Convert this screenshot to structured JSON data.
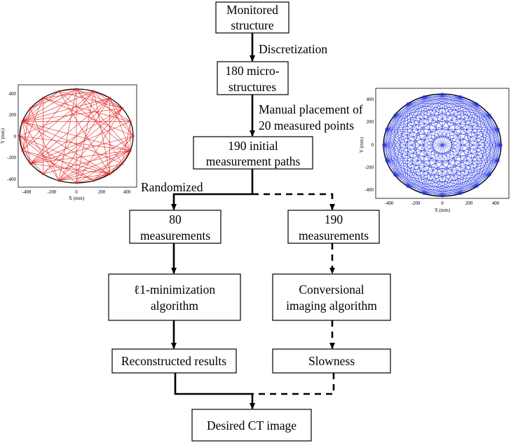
{
  "flowchart": {
    "nodes": {
      "monitored": [
        "Monitored",
        "structure"
      ],
      "micro": [
        "180 micro-",
        "structures"
      ],
      "initial": [
        "190 initial",
        "measurement paths"
      ],
      "m80": [
        "80",
        "measurements"
      ],
      "m190": [
        "190",
        "measurements"
      ],
      "l1": [
        "ℓ1-minimization",
        "algorithm"
      ],
      "conv": [
        "Conversional",
        "imaging algorithm"
      ],
      "recon": [
        "Reconstructed results"
      ],
      "slow": [
        "Slowness"
      ],
      "ct": [
        "Desired CT image"
      ]
    },
    "edge_labels": {
      "discretization": "Discretization",
      "manual": [
        "Manual placement of",
        "20 measured points"
      ],
      "randomized": "Randomized"
    }
  },
  "plots": {
    "left": {
      "color": "#e02020",
      "sensor_count": 20,
      "path_fraction": "80 of 190",
      "xticks": [
        "-400",
        "-200",
        "0",
        "200",
        "400"
      ],
      "yticks": [
        "400",
        "200",
        "0",
        "-200",
        "-400"
      ],
      "xlabel": "X (mm)",
      "ylabel": "Y (mm)"
    },
    "right": {
      "color": "#2030e0",
      "sensor_count": 20,
      "path_fraction": "190 of 190",
      "xticks": [
        "-400",
        "-200",
        "0",
        "200",
        "400"
      ],
      "yticks": [
        "400",
        "200",
        "0",
        "-200",
        "-400"
      ],
      "xlabel": "X (mm)",
      "ylabel": "Y (mm)"
    }
  }
}
